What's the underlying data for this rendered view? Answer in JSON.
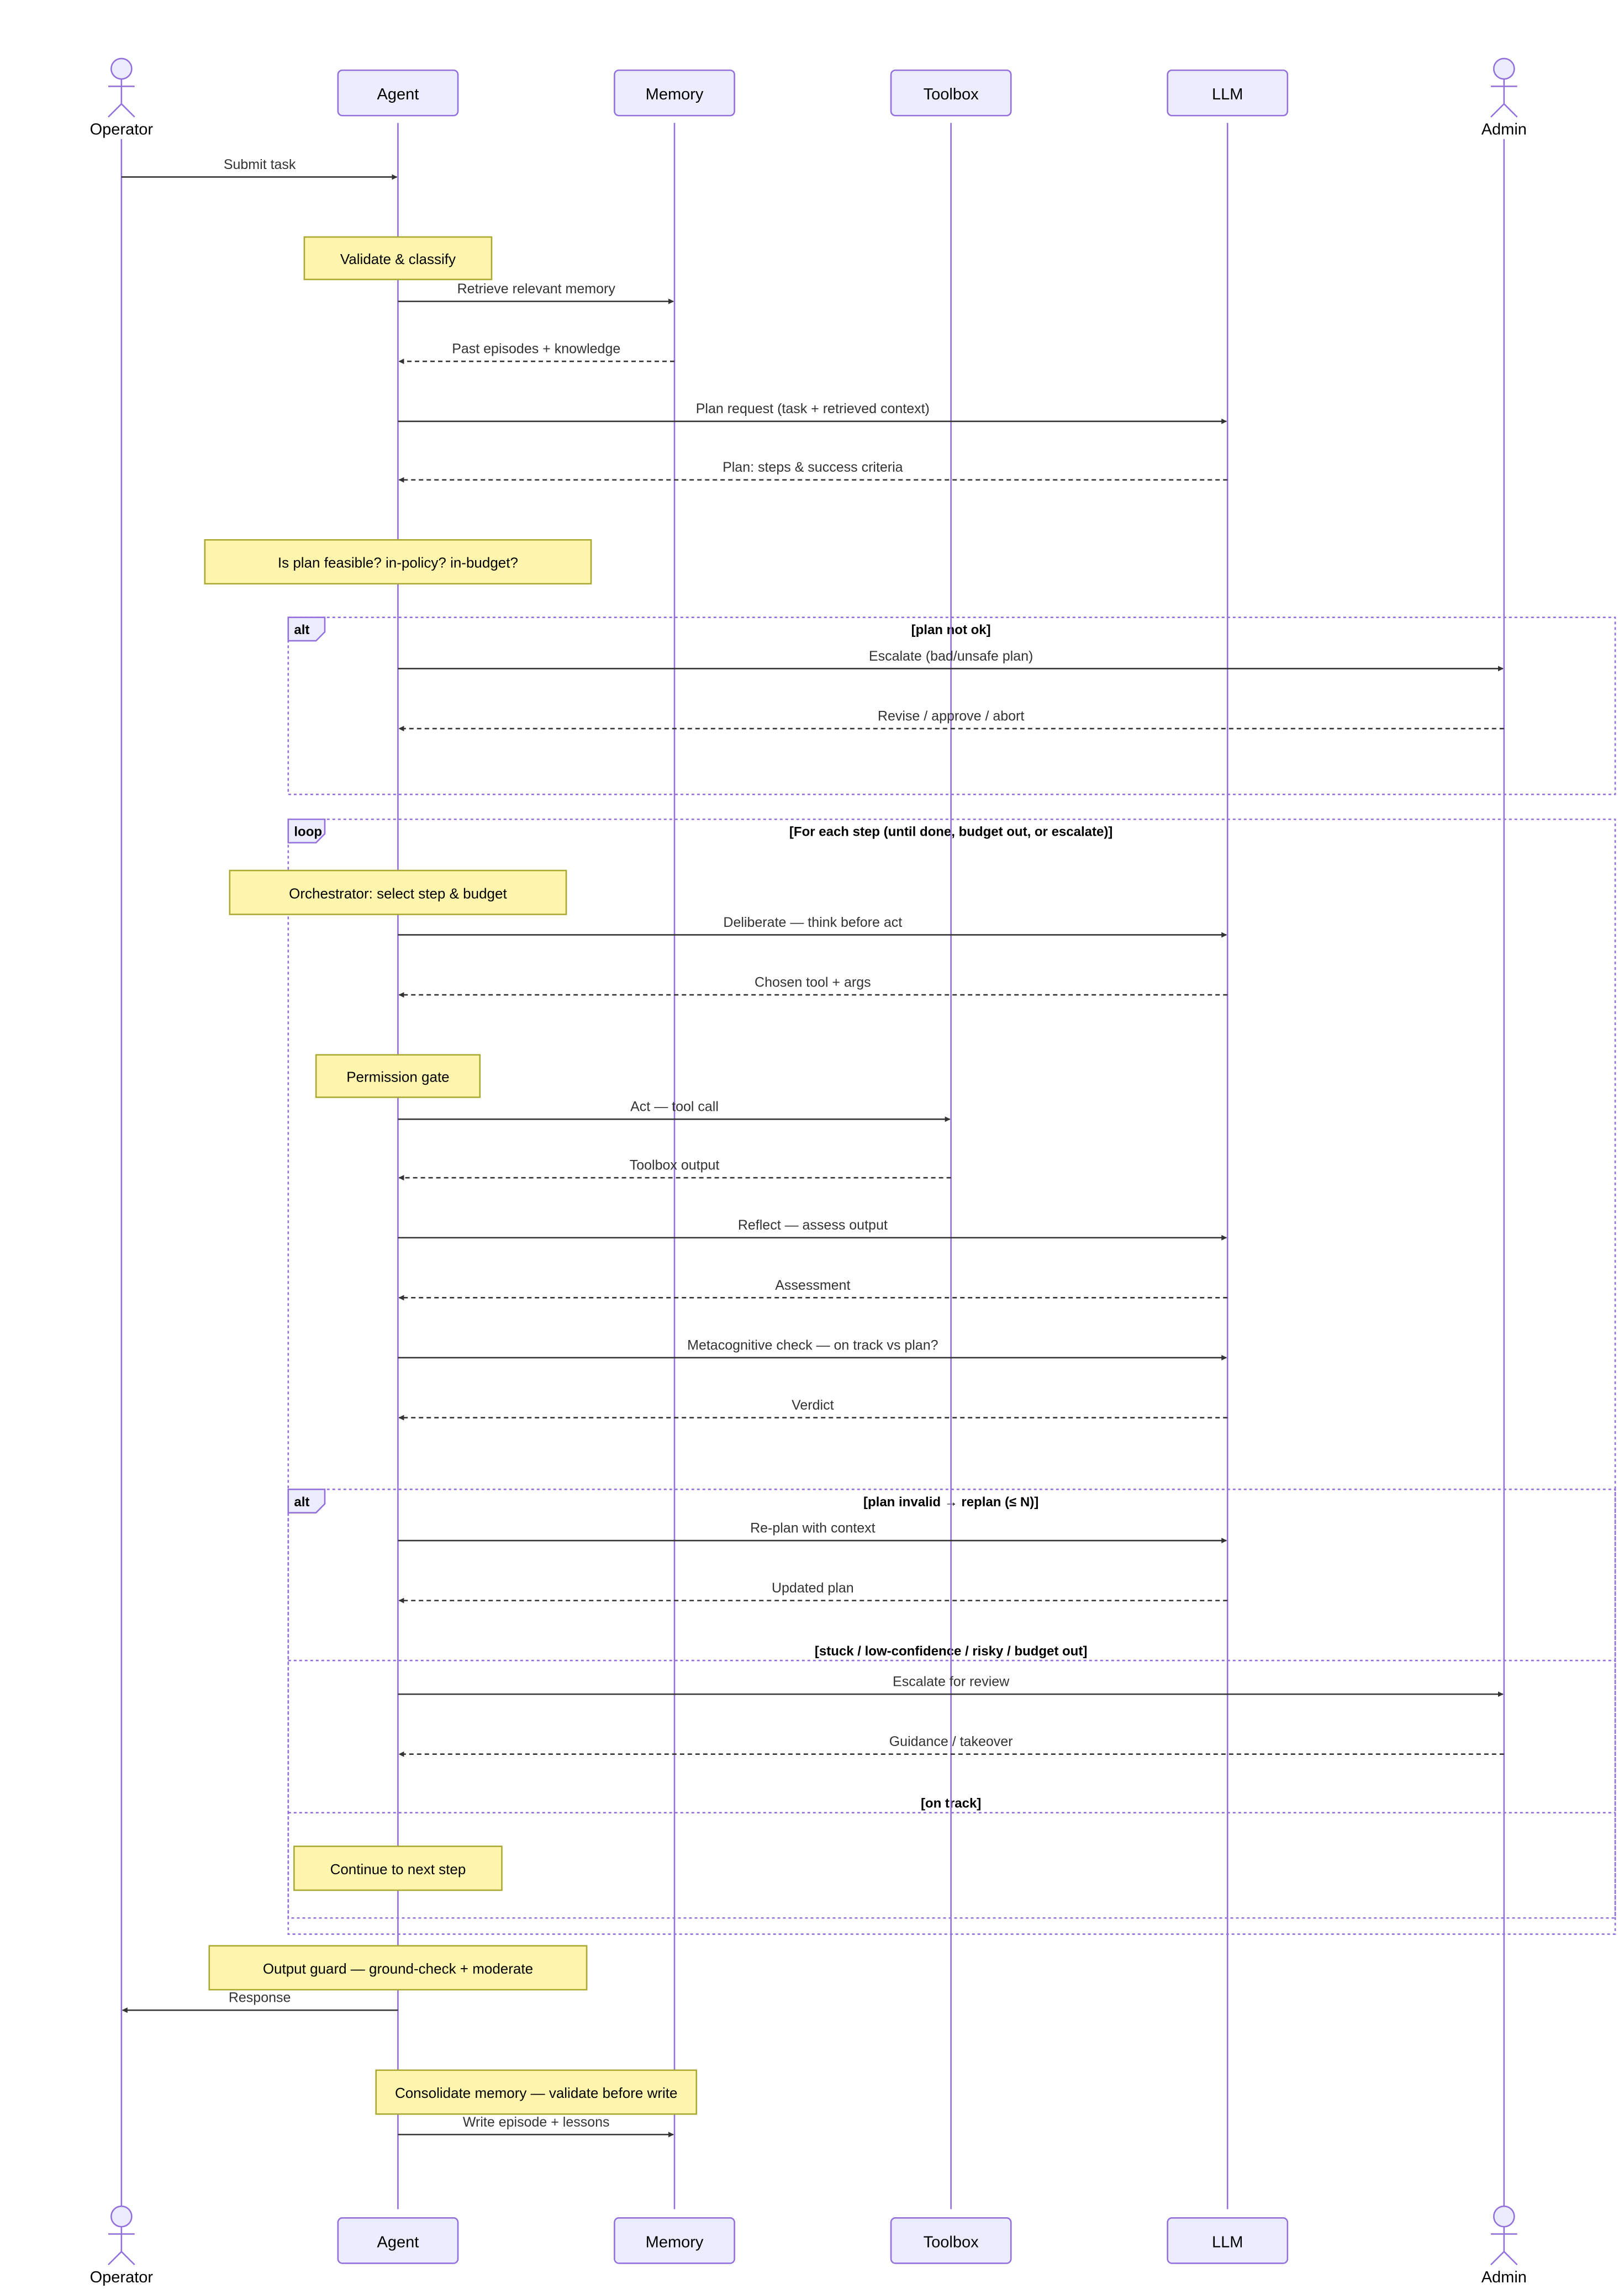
{
  "participants": [
    {
      "id": "operator",
      "label": "Operator",
      "kind": "actor"
    },
    {
      "id": "agent",
      "label": "Agent",
      "kind": "box"
    },
    {
      "id": "memory",
      "label": "Memory",
      "kind": "box"
    },
    {
      "id": "toolbox",
      "label": "Toolbox",
      "kind": "box"
    },
    {
      "id": "llm",
      "label": "LLM",
      "kind": "box"
    },
    {
      "id": "admin",
      "label": "Admin",
      "kind": "actor"
    }
  ],
  "messages": [
    {
      "id": "m1",
      "label": "Submit task",
      "from": "operator",
      "to": "agent",
      "style": "solid"
    },
    {
      "id": "m2",
      "label": "Retrieve relevant memory",
      "from": "agent",
      "to": "memory",
      "style": "solid"
    },
    {
      "id": "m3",
      "label": "Past episodes + knowledge",
      "from": "memory",
      "to": "agent",
      "style": "dashed"
    },
    {
      "id": "m4",
      "label": "Plan request (task + retrieved context)",
      "from": "agent",
      "to": "llm",
      "style": "solid"
    },
    {
      "id": "m5",
      "label": "Plan: steps & success criteria",
      "from": "llm",
      "to": "agent",
      "style": "dashed"
    },
    {
      "id": "m6",
      "label": "Escalate (bad/unsafe plan)",
      "from": "agent",
      "to": "admin",
      "style": "solid"
    },
    {
      "id": "m7",
      "label": "Revise / approve / abort",
      "from": "admin",
      "to": "agent",
      "style": "dashed"
    },
    {
      "id": "m8",
      "label": "Deliberate — think before act",
      "from": "agent",
      "to": "llm",
      "style": "solid"
    },
    {
      "id": "m9",
      "label": "Chosen tool + args",
      "from": "llm",
      "to": "agent",
      "style": "dashed"
    },
    {
      "id": "m10",
      "label": "Act — tool call",
      "from": "agent",
      "to": "toolbox",
      "style": "solid"
    },
    {
      "id": "m11",
      "label": "Toolbox output",
      "from": "toolbox",
      "to": "agent",
      "style": "dashed"
    },
    {
      "id": "m12",
      "label": "Reflect — assess output",
      "from": "agent",
      "to": "llm",
      "style": "solid"
    },
    {
      "id": "m13",
      "label": "Assessment",
      "from": "llm",
      "to": "agent",
      "style": "dashed"
    },
    {
      "id": "m14",
      "label": "Metacognitive check — on track vs plan?",
      "from": "agent",
      "to": "llm",
      "style": "solid"
    },
    {
      "id": "m15",
      "label": "Verdict",
      "from": "llm",
      "to": "agent",
      "style": "dashed"
    },
    {
      "id": "m16",
      "label": "Re-plan with context",
      "from": "agent",
      "to": "llm",
      "style": "solid"
    },
    {
      "id": "m17",
      "label": "Updated plan",
      "from": "llm",
      "to": "agent",
      "style": "dashed"
    },
    {
      "id": "m18",
      "label": "Escalate for review",
      "from": "agent",
      "to": "admin",
      "style": "solid"
    },
    {
      "id": "m19",
      "label": "Guidance / takeover",
      "from": "admin",
      "to": "agent",
      "style": "dashed"
    },
    {
      "id": "m20",
      "label": "Response",
      "from": "agent",
      "to": "operator",
      "style": "solid"
    },
    {
      "id": "m21",
      "label": "Write episode + lessons",
      "from": "agent",
      "to": "memory",
      "style": "solid"
    }
  ],
  "notes": [
    {
      "id": "n1",
      "label": "Validate & classify",
      "over": "agent"
    },
    {
      "id": "n2",
      "label": "Is plan feasible? in-policy? in-budget?",
      "over": "agent"
    },
    {
      "id": "n3",
      "label": "Orchestrator: select step & budget",
      "over": "agent"
    },
    {
      "id": "n4",
      "label": "Permission gate",
      "over": "agent"
    },
    {
      "id": "n5",
      "label": "Continue to next step",
      "over": "agent"
    },
    {
      "id": "n6",
      "label": "Output guard — ground-check + moderate",
      "over": "agent"
    },
    {
      "id": "n7",
      "label": "Consolidate memory — validate before write",
      "over": "agent"
    }
  ],
  "frames": [
    {
      "id": "f1",
      "kind": "alt",
      "guard": "[plan not ok]"
    },
    {
      "id": "f2",
      "kind": "loop",
      "guard": "[For each step (until done, budget out, or escalate)]"
    },
    {
      "id": "f3",
      "kind": "alt",
      "guard": "[plan invalid → replan (≤ N)]",
      "sections": [
        "[stuck / low-confidence / risky / budget out]",
        "[on track]"
      ]
    }
  ],
  "colors": {
    "participant_fill": "#ECECFF",
    "participant_border": "#9370DB",
    "lifeline": "#9370DB",
    "note_fill": "#FFF5AD",
    "note_border": "#AAAA33",
    "arrow": "#333333",
    "frame_border": "#9370DB",
    "frame_label_fill": "#ECECFF"
  }
}
